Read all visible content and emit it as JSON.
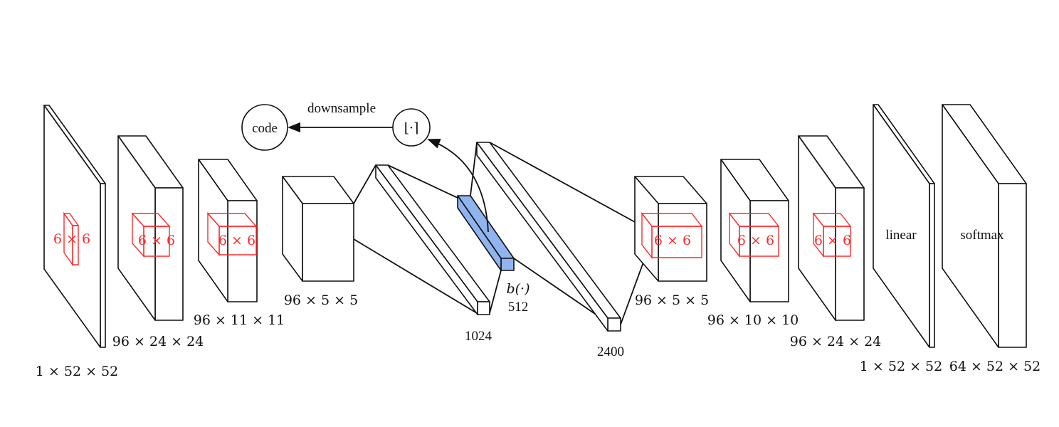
{
  "nodes": {
    "code": "code",
    "floor": "⌊·⌉",
    "downsample": "downsample"
  },
  "kernel_label": "6 × 6",
  "layers": {
    "input": "1 × 52 × 52",
    "conv1": "96 × 24 × 24",
    "conv2": "96 × 11 × 11",
    "conv3": "96 × 5 × 5",
    "fc1": "1024",
    "code_layer_fn": "b(·)",
    "code_layer_size": "512",
    "fc2": "2400",
    "deconv1": "96 × 5 × 5",
    "deconv2": "96 × 10 × 10",
    "deconv3": "96 × 24 × 24",
    "linear_size": "1 × 52 × 52",
    "softmax_size": "64 × 52 × 52"
  },
  "ops": {
    "linear": "linear",
    "softmax": "softmax"
  },
  "colors": {
    "kernel": "#ff2a2a",
    "code_layer": "#8fb4ef",
    "line": "#111111"
  }
}
